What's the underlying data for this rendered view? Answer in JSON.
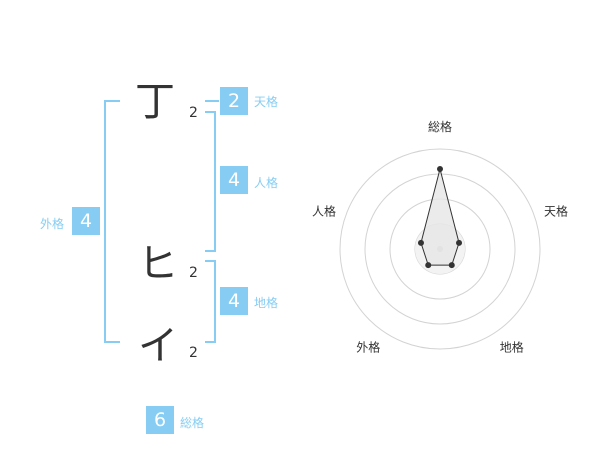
{
  "colors": {
    "accent": "#87cdf3",
    "radar_fill": "#e6e6e6",
    "ring": "#d3d3d3",
    "line": "#333333"
  },
  "name": {
    "chars": [
      {
        "char": "丁",
        "strokes": "2"
      },
      {
        "char": "ヒ",
        "strokes": "2"
      },
      {
        "char": "イ",
        "strokes": "2"
      }
    ]
  },
  "fortunes": {
    "tenkaku": {
      "value": "2",
      "label": "天格"
    },
    "jinkaku": {
      "value": "4",
      "label": "人格"
    },
    "chikaku": {
      "value": "4",
      "label": "地格"
    },
    "gaikaku": {
      "value": "4",
      "label": "外格"
    },
    "soukaku": {
      "value": "6",
      "label": "総格"
    }
  },
  "chart_data": {
    "type": "radar",
    "axes": [
      "総格",
      "天格",
      "地格",
      "外格",
      "人格"
    ],
    "values": [
      4,
      1,
      1,
      1,
      1
    ],
    "rmax": 5,
    "rings": 4
  }
}
